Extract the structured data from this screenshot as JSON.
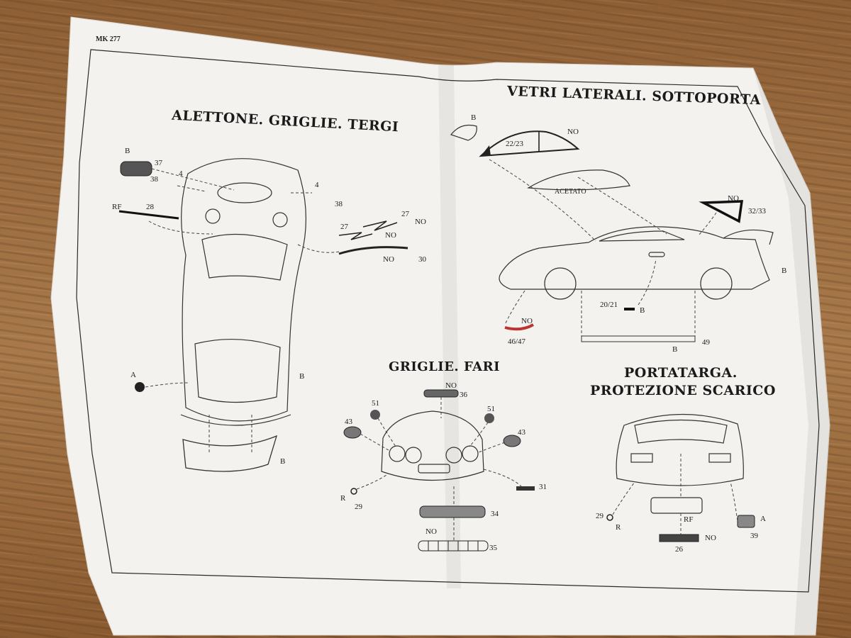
{
  "sheet": {
    "code": "MK 277",
    "sections": {
      "rear": "ALETTONE. GRIGLIE. TERGI",
      "side": "VETRI LATERALI. SOTTOPORTA",
      "front": "GRIGLIE. FARI",
      "plate_line1": "PORTATARGA.",
      "plate_line2": "PROTEZIONE SCARICO"
    },
    "labels": {
      "l_B1": "B",
      "l_37": "37",
      "l_38a": "38",
      "l_4a": "4",
      "l_4b": "4",
      "l_38b": "38",
      "l_RF": "RF",
      "l_28": "28",
      "l_27a": "27",
      "l_NOa": "NO",
      "l_27b": "27",
      "l_NOb": "NO",
      "l_NOc": "NO",
      "l_30": "30",
      "l_A": "A",
      "l_Bcar": "B",
      "l_Bwing": "B",
      "s_B": "B",
      "s_2223": "22/23",
      "s_NO1": "NO",
      "s_acetato": "ACETATO",
      "s_NO2": "NO",
      "s_3233": "32/33",
      "s_Bside": "B",
      "s_2021": "20/21",
      "s_Bsmall": "B",
      "s_NO3": "NO",
      "s_4647": "46/47",
      "s_B49": "B",
      "s_49": "49",
      "f_NO36": "NO",
      "f_36": "36",
      "f_51a": "51",
      "f_51b": "51",
      "f_43a": "43",
      "f_43b": "43",
      "f_31": "31",
      "f_R": "R",
      "f_29": "29",
      "f_34": "34",
      "f_NO35": "NO",
      "f_35": "35",
      "p_29": "29",
      "p_R": "R",
      "p_RF": "RF",
      "p_NO": "NO",
      "p_26": "26",
      "p_A": "A",
      "p_39": "39"
    }
  }
}
